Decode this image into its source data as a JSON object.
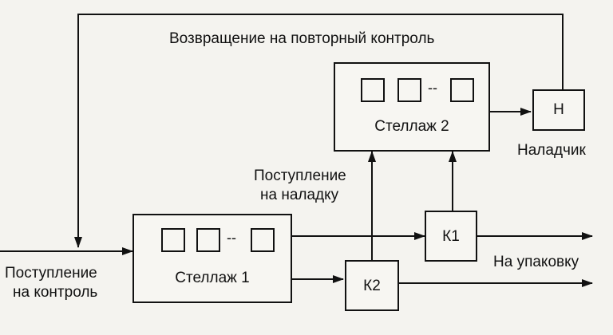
{
  "diagram": {
    "return_label": "Возвращение на повторный контроль",
    "rack2_label": "Стеллаж 2",
    "rack1_label": "Стеллаж 1",
    "rack_ellipsis": "--",
    "adjuster_box_label": "Н",
    "adjuster_label": "Наладчик",
    "to_adjustment_label_line1": "Поступление",
    "to_adjustment_label_line2": "на наладку",
    "to_control_label_line1": "Поступление",
    "to_control_label_line2": "на контроль",
    "k1_label": "К1",
    "k2_label": "К2",
    "to_packing_label": "На упаковку"
  }
}
